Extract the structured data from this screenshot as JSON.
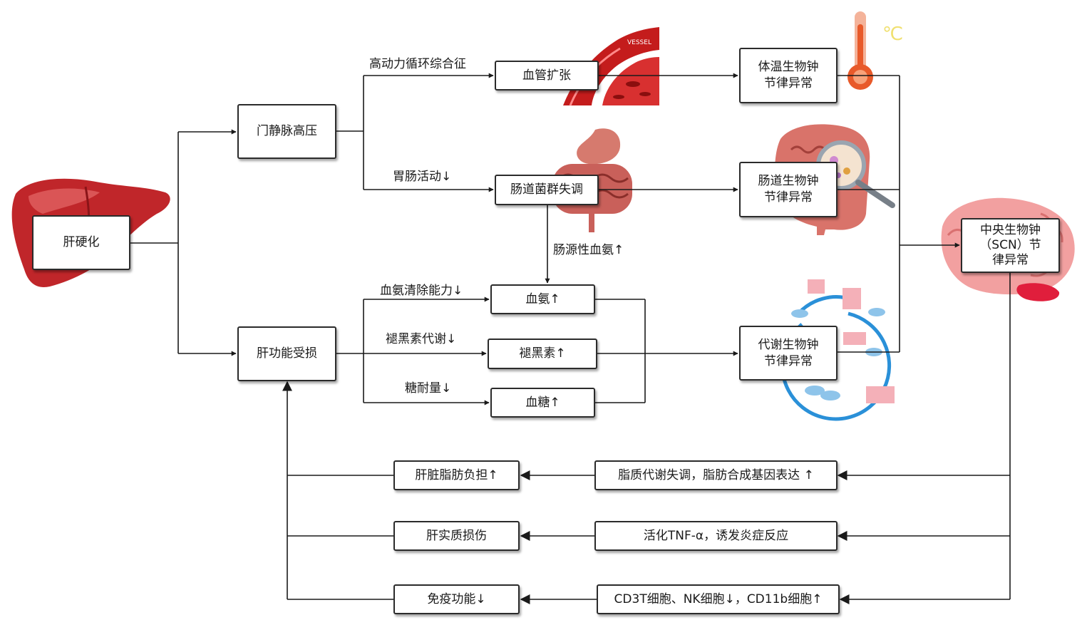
{
  "nodes": {
    "liver_cirrhosis": "肝硬化",
    "portal_hypertension": "门静脉高压",
    "liver_damage": "肝功能受损",
    "vasodilation": "血管扩张",
    "gut_dysbiosis": "肠道菌群失调",
    "ammonia": "血氨↑",
    "melatonin": "褪黑素↑",
    "glucose": "血糖↑",
    "temp_clock": [
      "体温生物钟",
      "节律异常"
    ],
    "gut_clock": [
      "肠道生物钟",
      "节律异常"
    ],
    "metabolic_clock": [
      "代谢生物钟",
      "节律异常"
    ],
    "scn_clock": [
      "中央生物钟",
      "（SCN）节",
      "律异常"
    ],
    "liver_fat_burden": "肝脏脂肪负担↑",
    "lipid_dysregulation": "脂质代谢失调，脂肪合成基因表达 ↑",
    "parenchyma_injury": "肝实质损伤",
    "tnf_inflammation": "活化TNF-α，诱发炎症反应",
    "immune_down": "免疫功能↓",
    "cd_cells": "CD3T细胞、NK细胞↓，CD11b细胞↑"
  },
  "edge_labels": {
    "hyperdynamic": "高动力循环综合征",
    "gi_motility": "胃肠活动↓",
    "enterogenic_ammonia": "肠源性血氨↑",
    "ammonia_clearance": "血氨清除能力↓",
    "melatonin_metabolism": "褪黑素代谢↓",
    "glucose_tolerance": "糖耐量↓"
  },
  "illustrations": {
    "vessel_text": "VESSEL",
    "celsius": "℃"
  },
  "colors": {
    "liver": "#c0262a",
    "liver_highlight": "#e66a6a",
    "vessel": "#c41c1c",
    "gut": "#c9605a",
    "brain": "#f2a0a0",
    "cycle_arrow": "#2a90d8",
    "thermometer": "#e85a2a",
    "line": "#1a1a1a"
  }
}
